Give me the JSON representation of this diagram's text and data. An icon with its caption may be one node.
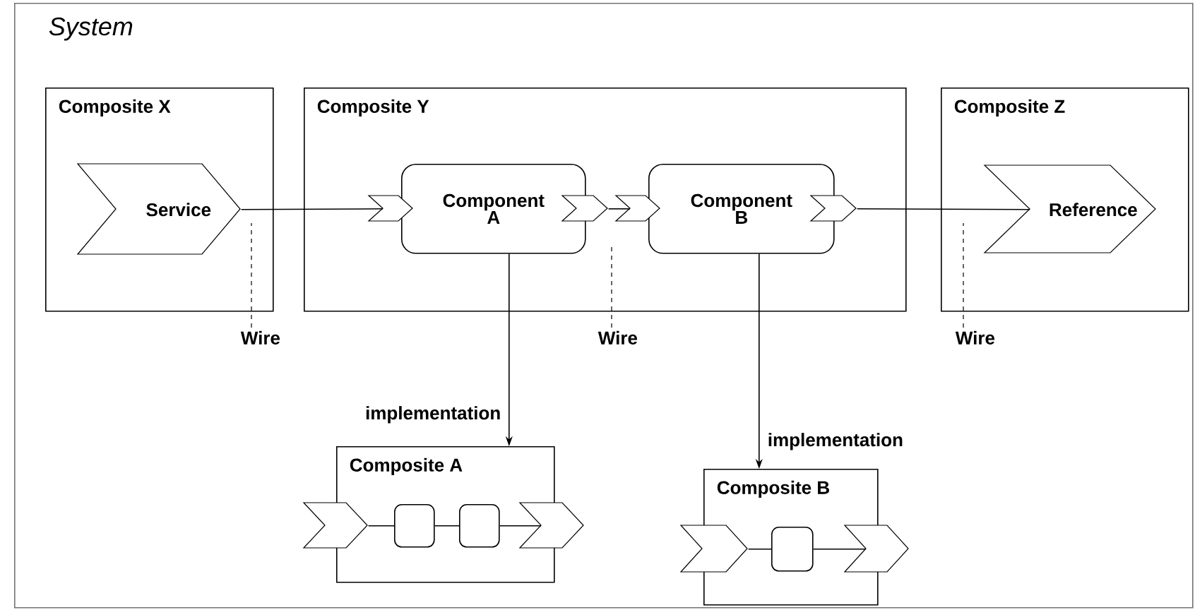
{
  "diagram": {
    "nodes": [
      {
        "text": [
          "System"
        ]
      },
      {
        "text": [
          "Composite X"
        ],
        "in": 0
      },
      {
        "text": [
          "Service"
        ],
        "in": 1
      },
      {
        "text": [
          "Composite Y"
        ],
        "in": 0
      },
      {
        "text": [
          "Component A"
        ],
        "in": 3
      },
      {
        "text": [
          "Component B"
        ],
        "in": 3
      },
      {
        "text": [
          "Composite Z"
        ],
        "in": 0
      },
      {
        "text": [
          "Reference"
        ],
        "in": 6
      },
      {
        "text": [
          "Wire"
        ],
        "in": 0
      },
      {
        "text": [
          "Wire"
        ],
        "in": 0
      },
      {
        "text": [
          "Wire"
        ],
        "in": 0
      },
      {
        "text": [
          "Composite A"
        ],
        "in": 0
      },
      {
        "text": [],
        "shape": "chevron",
        "in": 0
      },
      {
        "text": [],
        "shape": "box",
        "in": 11
      },
      {
        "text": [],
        "shape": "box",
        "in": 11
      },
      {
        "text": [],
        "shape": "chevron",
        "in": 0
      },
      {
        "text": [
          "Composite B"
        ],
        "in": 0
      },
      {
        "text": [],
        "shape": "chevron",
        "in": 0
      },
      {
        "text": [],
        "shape": "box",
        "in": 16
      },
      {
        "text": [],
        "shape": "chevron",
        "in": 0
      }
    ],
    "edges": [
      {
        "from": 2,
        "to": 4,
        "arrow": "none"
      },
      {
        "from": 4,
        "to": 5,
        "arrow": "none"
      },
      {
        "from": 5,
        "to": 7,
        "arrow": "none"
      },
      {
        "from": 4,
        "to": 11,
        "arrow": "to",
        "label": "implementation"
      },
      {
        "from": 5,
        "to": 16,
        "arrow": "to",
        "label": "implementation"
      },
      {
        "from": 8,
        "to": null,
        "arrow": "none",
        "style": "dashed"
      },
      {
        "from": 9,
        "to": null,
        "arrow": "none",
        "style": "dashed"
      },
      {
        "from": 10,
        "to": null,
        "arrow": "none",
        "style": "dashed"
      },
      {
        "from": 12,
        "to": 13,
        "arrow": "none"
      },
      {
        "from": 13,
        "to": 14,
        "arrow": "none"
      },
      {
        "from": 14,
        "to": 15,
        "arrow": "none"
      },
      {
        "from": 17,
        "to": 18,
        "arrow": "none"
      },
      {
        "from": 18,
        "to": 19,
        "arrow": "none"
      }
    ]
  }
}
